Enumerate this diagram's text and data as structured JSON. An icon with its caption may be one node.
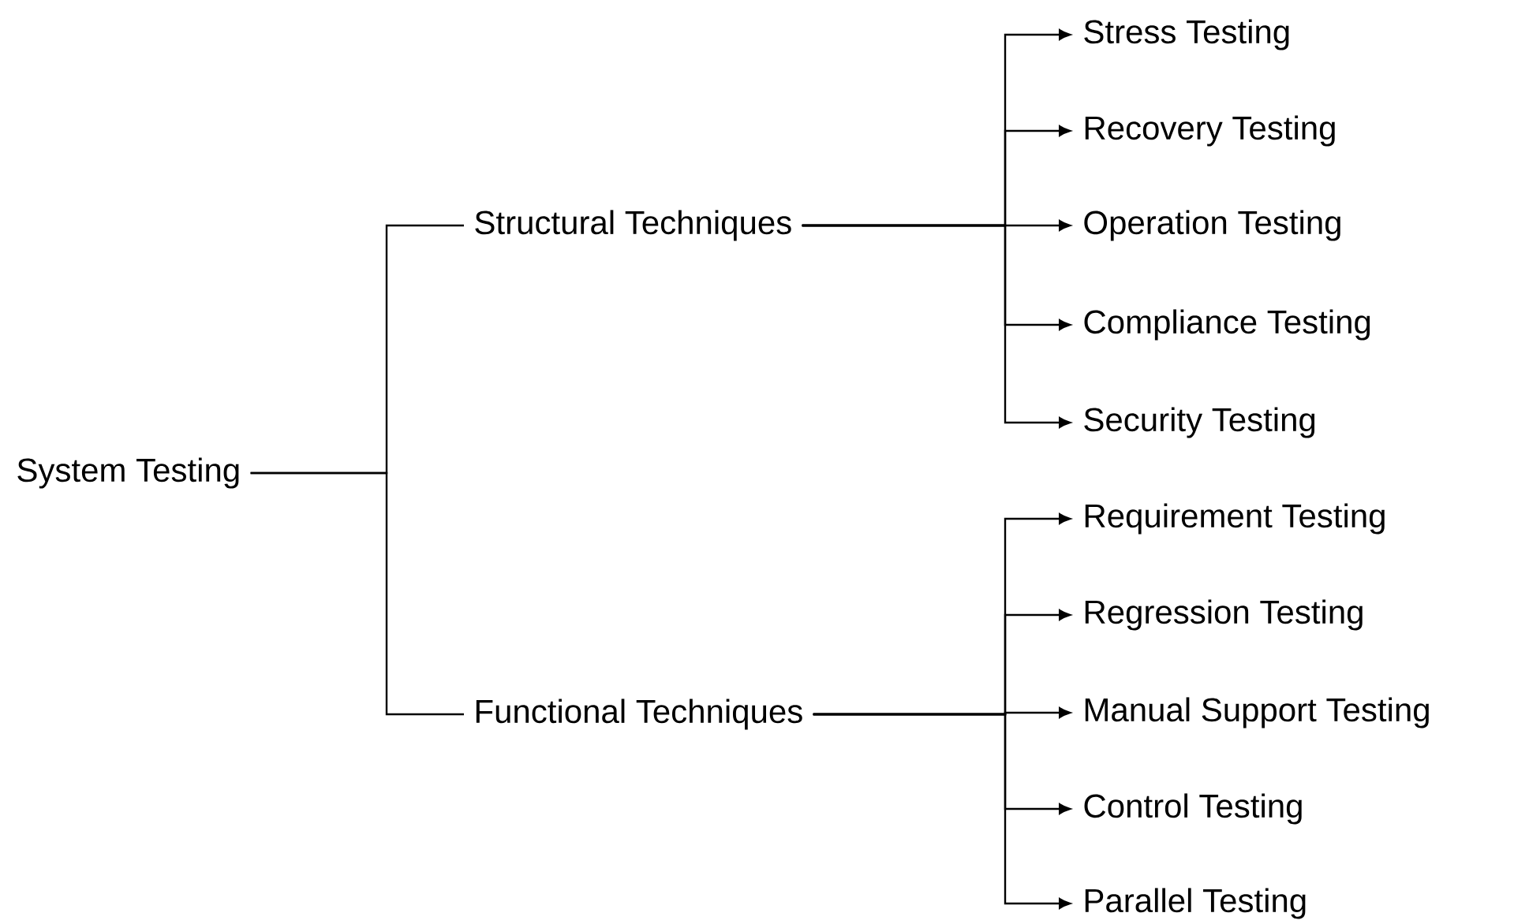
{
  "diagram": {
    "nodes": [
      {
        "text": [
          "System Testing"
        ]
      },
      {
        "text": [
          "Structural Techniques"
        ]
      },
      {
        "text": [
          "Functional Techniques"
        ]
      },
      {
        "text": [
          "Stress Testing"
        ]
      },
      {
        "text": [
          "Recovery Testing"
        ]
      },
      {
        "text": [
          "Operation Testing"
        ]
      },
      {
        "text": [
          "Compliance Testing"
        ]
      },
      {
        "text": [
          "Security Testing"
        ]
      },
      {
        "text": [
          "Requirement Testing"
        ]
      },
      {
        "text": [
          "Regression Testing"
        ]
      },
      {
        "text": [
          "Manual Support Testing"
        ]
      },
      {
        "text": [
          "Control Testing"
        ]
      },
      {
        "text": [
          "Parallel Testing"
        ]
      }
    ],
    "edges": [
      {
        "from": 0,
        "to": 1,
        "arrow": "none"
      },
      {
        "from": 0,
        "to": 2,
        "arrow": "none"
      },
      {
        "from": 1,
        "to": 3,
        "arrow": "to"
      },
      {
        "from": 1,
        "to": 4,
        "arrow": "to"
      },
      {
        "from": 1,
        "to": 5,
        "arrow": "to"
      },
      {
        "from": 1,
        "to": 6,
        "arrow": "to"
      },
      {
        "from": 1,
        "to": 7,
        "arrow": "to"
      },
      {
        "from": 2,
        "to": 8,
        "arrow": "to"
      },
      {
        "from": 2,
        "to": 9,
        "arrow": "to"
      },
      {
        "from": 2,
        "to": 10,
        "arrow": "to"
      },
      {
        "from": 2,
        "to": 11,
        "arrow": "to"
      },
      {
        "from": 2,
        "to": 12,
        "arrow": "to"
      }
    ]
  }
}
